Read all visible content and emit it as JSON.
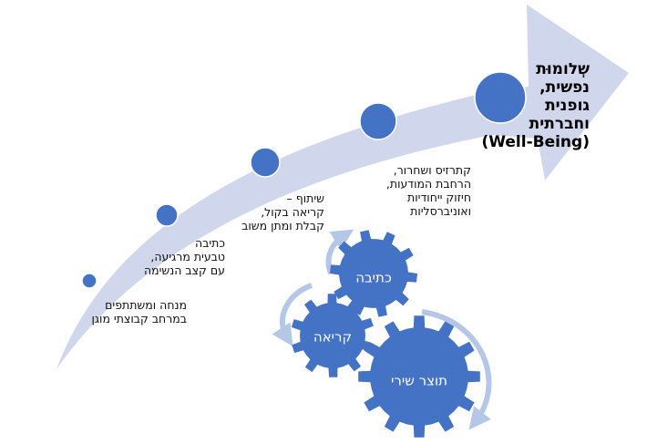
{
  "goal": {
    "lines": [
      "שְלומוּת",
      "נפשית,",
      "גופנית",
      "וחברתית",
      "(Well-Being)"
    ]
  },
  "stages": [
    {
      "lines": [
        "מנחה ומשתתפים",
        "במרחב קבוצתי מוגן"
      ]
    },
    {
      "lines": [
        "כתיבה",
        "טבעית מרגיעה,",
        "עם קצב הנשימה"
      ]
    },
    {
      "lines": [
        "שיתוף –",
        "קריאה בקול,",
        "קבלת ומתן משוב"
      ]
    },
    {
      "lines": [
        "קתרזיס ושחרור,",
        "הרחבת המודעות,",
        "חיזוק ייחודיות",
        "ואוניברסליות"
      ]
    }
  ],
  "gears": [
    {
      "label": "כתיבה"
    },
    {
      "label": "קריאה"
    },
    {
      "label": "תוצר שירי"
    }
  ],
  "colors": {
    "arrow": "#d0d6ec",
    "dot": "#4472c4",
    "gear": "#4472c4",
    "cycle_arrow": "#b4c7e7"
  }
}
